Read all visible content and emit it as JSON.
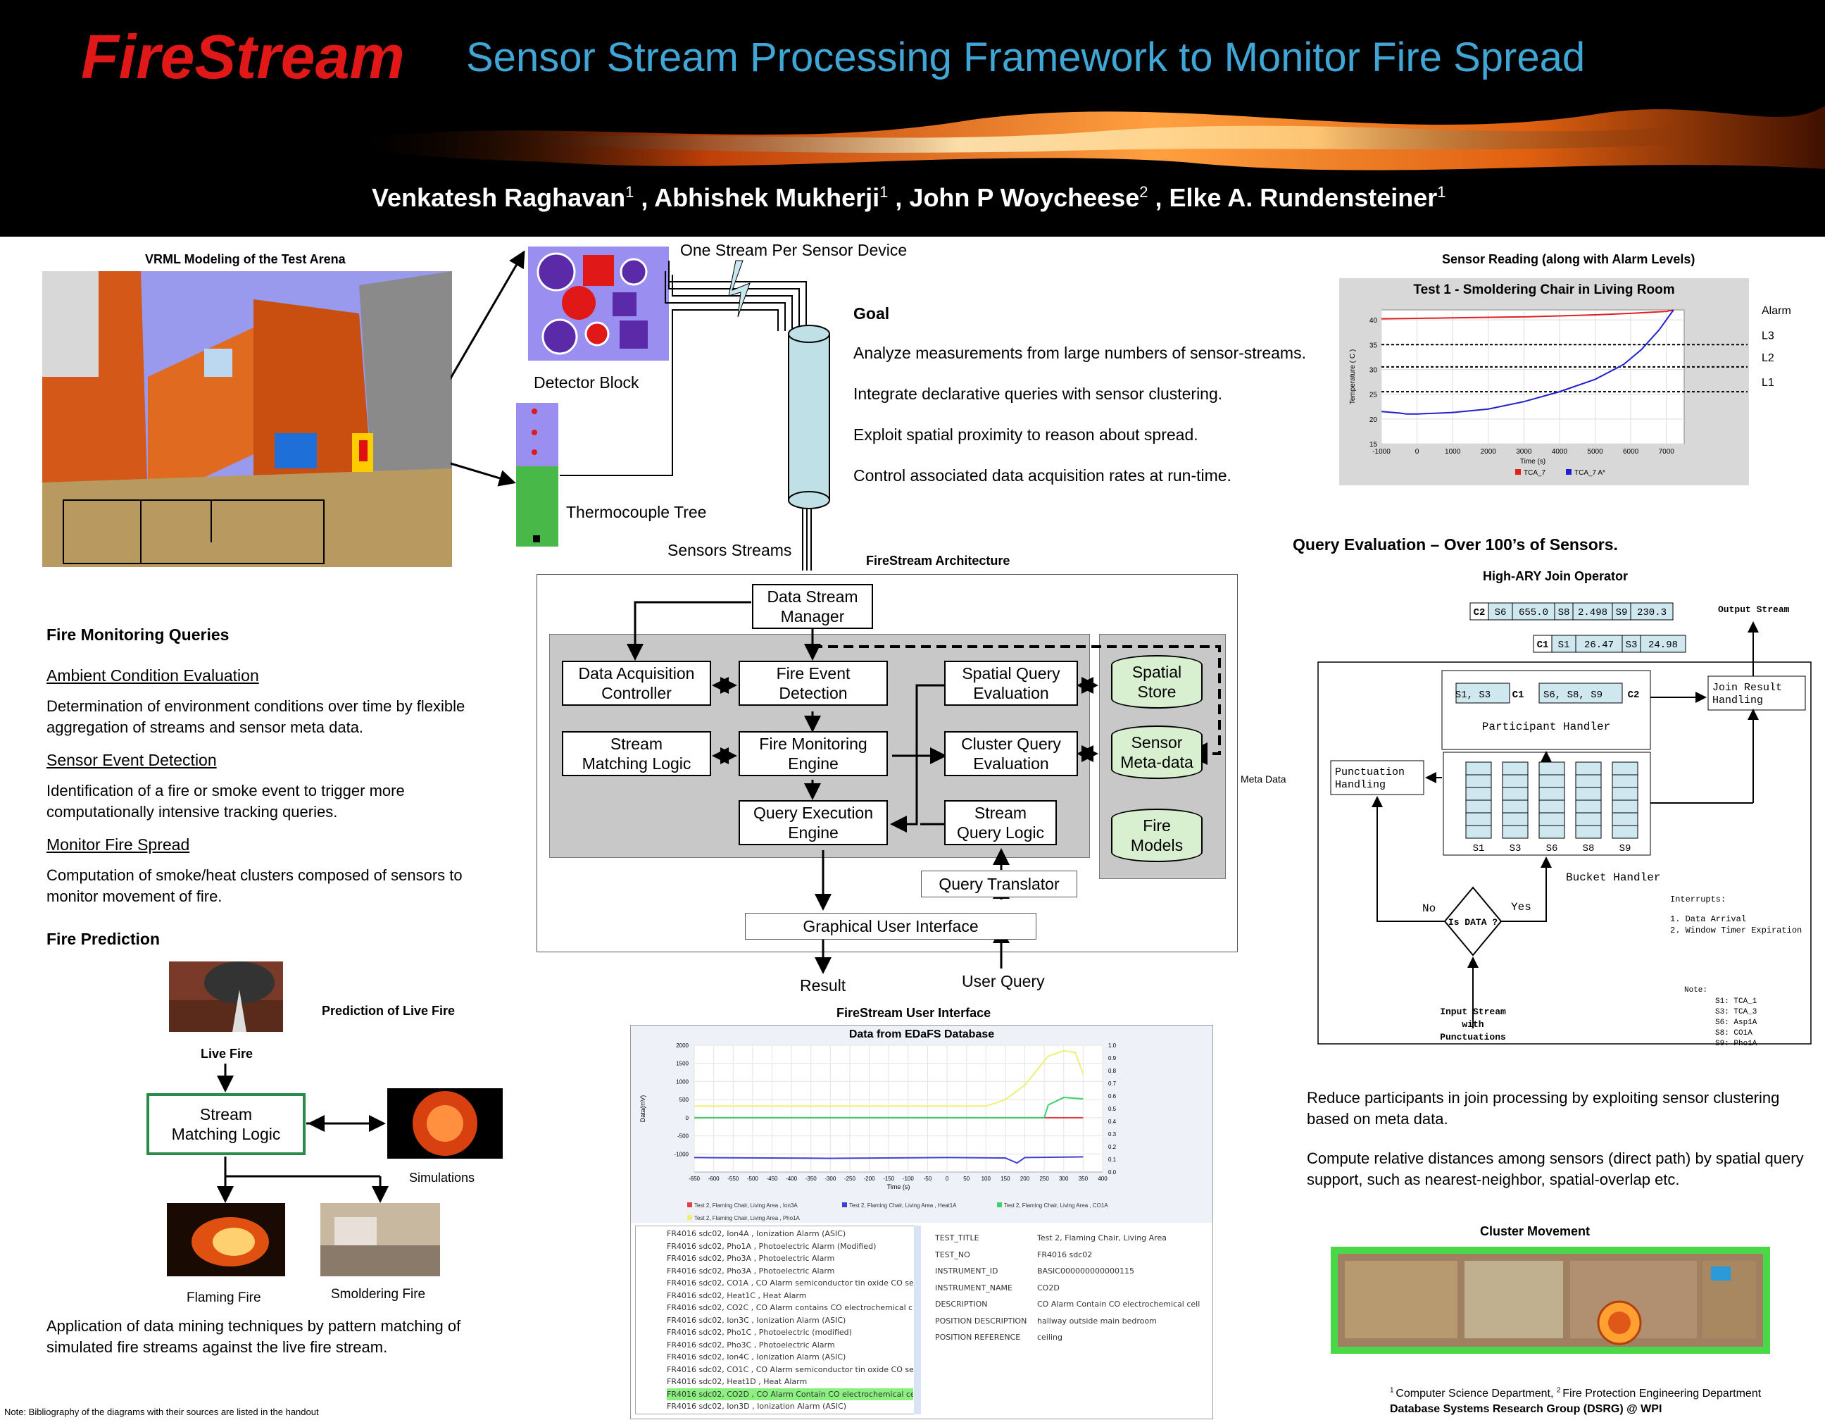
{
  "header": {
    "brand": "FireStream",
    "title": "Sensor Stream Processing Framework to Monitor Fire Spread",
    "authors": [
      {
        "name": "Venkatesh Raghavan",
        "sup": "1",
        "sep": " , "
      },
      {
        "name": "Abhishek Mukherji",
        "sup": "1",
        "sep": " , "
      },
      {
        "name": "John P Woycheese",
        "sup": "2",
        "sep": " , "
      },
      {
        "name": "Elke A. Rundensteiner",
        "sup": "1",
        "sep": ""
      }
    ]
  },
  "left": {
    "vrml_caption": "VRML Modeling of the Test Arena",
    "queries_title": "Fire Monitoring Queries",
    "ambient_title": "Ambient Condition Evaluation",
    "ambient_text": "Determination of environment conditions over time by flexible aggregation of streams and sensor meta data.",
    "event_title": "Sensor Event Detection",
    "event_text": "Identification of a fire or smoke event to trigger more computationally intensive tracking queries.",
    "spread_title": "Monitor Fire Spread",
    "spread_text": "Computation of smoke/heat clusters composed of sensors to monitor movement of fire.",
    "prediction_title": "Fire Prediction",
    "live_fire_prediction": "Prediction of Live Fire",
    "live_fire": "Live Fire",
    "stream_matching": "Stream\nMatching Logic",
    "simulations": "Simulations",
    "flaming_fire": "Flaming Fire",
    "smoldering_fire": "Smoldering Fire",
    "mining_text": "Application of data mining techniques by pattern matching of simulated fire streams against the live fire stream.",
    "note": "Note: Bibliography of the diagrams with their sources are listed in the handout"
  },
  "middle": {
    "one_stream": "One Stream Per Sensor Device",
    "detector_block": "Detector Block",
    "thermocouple_tree": "Thermocouple Tree",
    "sensor_streams": "Sensors Streams",
    "goal_title": "Goal",
    "goals": [
      "Analyze measurements from large numbers of sensor-streams.",
      "Integrate declarative queries with sensor clustering.",
      "Exploit spatial proximity to reason about spread.",
      "Control associated data acquisition rates at run-time."
    ],
    "arch_caption": "FireStream Architecture",
    "dsm": "Data Stream\nManager",
    "dac": "Data Acquisition\nController",
    "fed": "Fire Event\nDetection",
    "sqe": "Spatial Query\nEvaluation",
    "sml": "Stream\nMatching Logic",
    "fme": "Fire Monitoring\nEngine",
    "cqe": "Cluster Query\nEvaluation",
    "qee": "Query Execution\nEngine",
    "sql": "Stream\nQuery Logic",
    "spatial_store": "Spatial\nStore",
    "meta_store": "Sensor\nMeta-data",
    "fire_models": "Fire\nModels",
    "query_translator": "Query Translator",
    "gui": "Graphical User Interface",
    "result": "Result",
    "user_query": "User Query",
    "meta_data": "Meta Data",
    "ui_caption": "FireStream User Interface"
  },
  "ui_panel": {
    "chart_title": "Data from EDaFS Database",
    "legend": [
      "Test 2, Flaming Chair, Living Area , Ion3A",
      "Test 2, Flaming Chair, Living Area , Heat1A",
      "Test 2, Flaming Chair, Living Area , CO1A",
      "Test 2, Flaming Chair, Living Area , Pho1A"
    ],
    "list": [
      "FR4016 sdc02, Ion4A , Ionization Alarm (ASIC)",
      "FR4016 sdc02, Pho1A , Photoelectric Alarm (Modified)",
      "FR4016 sdc02, Pho3A , Photoelectric Alarm",
      "FR4016 sdc02, Pho3A , Photoelectric Alarm",
      "FR4016 sdc02, CO1A , CO Alarm semiconductor tin oxide CO se",
      "FR4016 sdc02, Heat1C , Heat Alarm",
      "FR4016 sdc02, CO2C , CO Alarm contains CO electrochemical c",
      "FR4016 sdc02, Ion3C , Ionization Alarm (ASIC)",
      "FR4016 sdc02, Pho1C , Photoelectric (modified)",
      "FR4016 sdc02, Pho3C , Photoelectric Alarm",
      "FR4016 sdc02, Ion4C , Ionization Alarm (ASIC)",
      "FR4016 sdc02, CO1C , CO Alarm semiconductor tin oxide CO se",
      "FR4016 sdc02, Heat1D , Heat Alarm",
      "FR4016 sdc02, CO2D , CO Alarm Contain CO electrochemical ce",
      "FR4016 sdc02, Ion3D , Ionization Alarm (ASIC)"
    ],
    "fields": [
      [
        "TEST_TITLE",
        "Test 2, Flaming Chair, Living Area"
      ],
      [
        "TEST_NO",
        "FR4016 sdc02"
      ],
      [
        "INSTRUMENT_ID",
        "BASIC000000000000115"
      ],
      [
        "INSTRUMENT_NAME",
        "CO2D"
      ],
      [
        "DESCRIPTION",
        "CO Alarm Contain CO electrochemical cell"
      ],
      [
        "POSITION DESCRIPTION",
        "hallway outside main bedroom"
      ],
      [
        "POSITION REFERENCE",
        "ceiling"
      ]
    ]
  },
  "right": {
    "sensor_caption": "Sensor Reading (along with Alarm Levels)",
    "query_eval_title": "Query Evaluation – Over 100’s of Sensors.",
    "join_caption": "High-ARY Join Operator",
    "reduce_text": "Reduce participants in join processing by exploiting sensor clustering based on meta data.",
    "compute_text": "Compute relative distances among sensors (direct path) by spatial query support, such as nearest-neighbor, spatial-overlap etc.",
    "cluster_caption": "Cluster Movement",
    "affil": "Computer Science Department, ",
    "affil2": "Fire Protection Engineering Department",
    "affil3": "Database Systems Research Group (DSRG) @ WPI"
  },
  "sensor_chart": {
    "type": "line",
    "title": "Test 1 - Smoldering Chair in Living Room",
    "xlabel": "Time (s)",
    "ylabel": "Temperature ( C )",
    "xlim": [
      -1000,
      7500
    ],
    "ylim": [
      15,
      42
    ],
    "xticks": [
      -1000,
      0,
      1000,
      2000,
      3000,
      4000,
      5000,
      6000,
      7000
    ],
    "yticks": [
      15,
      20,
      25,
      30,
      35,
      40
    ],
    "alarm_label": "Alarm",
    "alarms": [
      {
        "name": "L3",
        "y": 35
      },
      {
        "name": "L2",
        "y": 30.5
      },
      {
        "name": "L1",
        "y": 25.5
      }
    ],
    "series": [
      {
        "name": "TCA_7",
        "color": "#e02020",
        "x": [
          -1000,
          0,
          1000,
          2000,
          3000,
          4000,
          5000,
          6000,
          7000,
          7200
        ],
        "y": [
          40.2,
          40.3,
          40.4,
          40.5,
          40.6,
          40.8,
          41.0,
          41.3,
          41.7,
          42
        ]
      },
      {
        "name": "TCA_7 A*",
        "color": "#2020d0",
        "x": [
          -1000,
          -500,
          -300,
          0,
          1000,
          2000,
          3000,
          4000,
          5000,
          5800,
          6300,
          6800,
          7200
        ],
        "y": [
          21.5,
          21.2,
          21.0,
          21.0,
          21.3,
          22.0,
          23.5,
          25.5,
          28.0,
          31.0,
          34.0,
          38.0,
          42.0
        ]
      }
    ]
  },
  "ui_chart": {
    "type": "line",
    "xlabel": "Time (s)",
    "ylabel": "Data(mV)",
    "xlim": [
      -650,
      400
    ],
    "ylim": [
      -1500,
      2000
    ],
    "y2lim": [
      0,
      1.0
    ],
    "xticks": [
      -650,
      -600,
      -550,
      -500,
      -450,
      -400,
      -350,
      -300,
      -250,
      -200,
      -150,
      -100,
      -50,
      0,
      50,
      100,
      150,
      200,
      250,
      300,
      350,
      400
    ],
    "yticks": [
      -1000,
      -500,
      0,
      500,
      1000,
      1500,
      2000
    ],
    "y2ticks": [
      0.0,
      0.1,
      0.2,
      0.3,
      0.4,
      0.5,
      0.6,
      0.7,
      0.8,
      0.9,
      1.0
    ],
    "series": [
      {
        "name": "Ion3A",
        "color": "#e04040",
        "x": [
          -650,
          250,
          260,
          350
        ],
        "y": [
          0,
          0,
          0,
          0
        ]
      },
      {
        "name": "Heat1A",
        "color": "#4040d0",
        "x": [
          -650,
          -300,
          0,
          150,
          180,
          200,
          350
        ],
        "y": [
          -1100,
          -1120,
          -1100,
          -1110,
          -1250,
          -1100,
          -1080
        ]
      },
      {
        "name": "CO1A",
        "color": "#40d070",
        "x": [
          -650,
          250,
          260,
          300,
          350
        ],
        "y": [
          0,
          0,
          350,
          560,
          520
        ]
      },
      {
        "name": "Pho1A",
        "color": "#f0f070",
        "x": [
          -650,
          100,
          150,
          200,
          230,
          260,
          300,
          330,
          350
        ],
        "y": [
          320,
          320,
          500,
          900,
          1300,
          1700,
          1850,
          1800,
          1200
        ]
      }
    ]
  },
  "join": {
    "output_stream": "Output Stream",
    "row1": [
      "C2",
      "S6",
      "655.0",
      "S8",
      "2.498",
      "S9",
      "230.3"
    ],
    "row2": [
      "C1",
      "S1",
      "26.47",
      "S3",
      "24.98"
    ],
    "participant1": "S1, S3",
    "p1tag": "C1",
    "participant2": "S6, S8, S9",
    "p2tag": "C2",
    "participant_handler": "Participant  Handler",
    "join_result": "Join Result\nHandling",
    "punctuation": "Punctuation\nHandling",
    "buckets": [
      "S1",
      "S3",
      "S6",
      "S8",
      "S9"
    ],
    "bucket_handler": "Bucket Handler",
    "is_data": "Is DATA ?",
    "no": "No",
    "yes": "Yes",
    "interrupts": "Interrupts:",
    "int1": "1. Data Arrival",
    "int2": "2. Window Timer Expiration",
    "input_stream": "Input Stream\nwith\nPunctuations",
    "note_title": "Note:",
    "notes": [
      "S1: TCA_1",
      "S3: TCA_3",
      "S6: Asp1A",
      "S8: CO1A",
      "S9: Pho1A"
    ]
  }
}
